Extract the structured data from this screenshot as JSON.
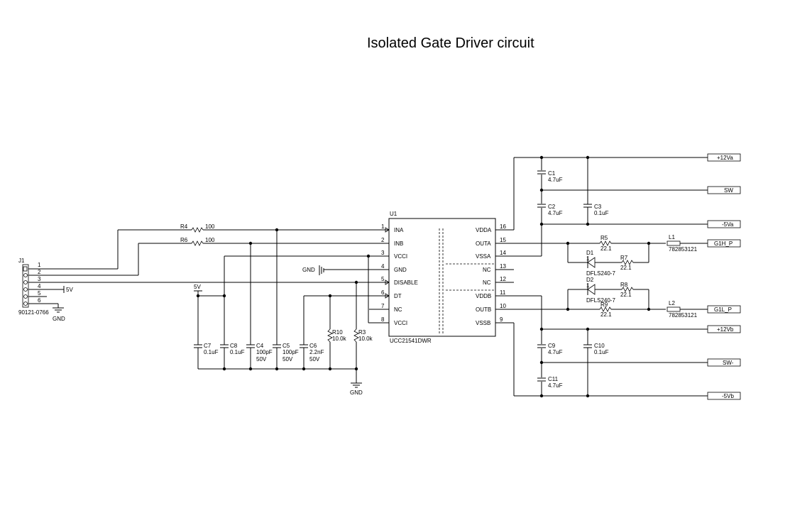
{
  "title": "Isolated Gate Driver circuit",
  "u1": {
    "ref": "U1",
    "part": "UCC21541DWR",
    "left_pins": [
      {
        "num": "1",
        "name": "INA"
      },
      {
        "num": "2",
        "name": "INB"
      },
      {
        "num": "3",
        "name": "VCCI"
      },
      {
        "num": "4",
        "name": "GND"
      },
      {
        "num": "5",
        "name": "DISABLE"
      },
      {
        "num": "6",
        "name": "DT"
      },
      {
        "num": "7",
        "name": "NC"
      },
      {
        "num": "8",
        "name": "VCCI"
      }
    ],
    "right_pins": [
      {
        "num": "16",
        "name": "VDDA"
      },
      {
        "num": "15",
        "name": "OUTA"
      },
      {
        "num": "14",
        "name": "VSSA"
      },
      {
        "num": "13",
        "name": "NC"
      },
      {
        "num": "12",
        "name": "NC"
      },
      {
        "num": "11",
        "name": "VDDB"
      },
      {
        "num": "10",
        "name": "OUTB"
      },
      {
        "num": "9",
        "name": "VSSB"
      }
    ]
  },
  "j1": {
    "ref": "J1",
    "part": "90121-0766",
    "pins": [
      "1",
      "2",
      "3",
      "4",
      "5",
      "6"
    ],
    "net_5v": "5V",
    "gnd": "GND"
  },
  "resistors": {
    "r4": {
      "ref": "R4",
      "value": "100"
    },
    "r6": {
      "ref": "R6",
      "value": "100"
    },
    "r10": {
      "ref": "R10",
      "value": "10.0k"
    },
    "r3": {
      "ref": "R3",
      "value": "10.0k"
    },
    "r5": {
      "ref": "R5",
      "value": "22.1"
    },
    "r7": {
      "ref": "R7",
      "value": "22.1"
    },
    "r8": {
      "ref": "R8",
      "value": "22.1"
    },
    "r9": {
      "ref": "R9",
      "value": "22.1"
    }
  },
  "capacitors": {
    "c7": {
      "ref": "C7",
      "value": "0.1uF"
    },
    "c8": {
      "ref": "C8",
      "value": "0.1uF"
    },
    "c4": {
      "ref": "C4",
      "value": "100pF",
      "voltage": "50V"
    },
    "c5": {
      "ref": "C5",
      "value": "100pF",
      "voltage": "50V"
    },
    "c6": {
      "ref": "C6",
      "value": "2.2nF",
      "voltage": "50V"
    },
    "c1": {
      "ref": "C1",
      "value": "4.7uF"
    },
    "c2": {
      "ref": "C2",
      "value": "4.7uF"
    },
    "c3": {
      "ref": "C3",
      "value": "0.1uF"
    },
    "c9": {
      "ref": "C9",
      "value": "4.7uF"
    },
    "c10": {
      "ref": "C10",
      "value": "0.1uF"
    },
    "c11": {
      "ref": "C11",
      "value": "4.7uF"
    }
  },
  "diodes": {
    "d1": {
      "ref": "D1",
      "part": "DFLS240-7",
      "pin": "1"
    },
    "d2": {
      "ref": "D2",
      "part": "DFLS240-7",
      "pin": "1"
    }
  },
  "inductors": {
    "l1": {
      "ref": "L1",
      "part": "782853121"
    },
    "l2": {
      "ref": "L2",
      "part": "782853121"
    }
  },
  "nets": {
    "v5": "5V",
    "gnd": "GND",
    "p12va": "+12Va",
    "sw_a": "SW",
    "n5va": "-5Va",
    "g1h": "G1H_P",
    "g1l": "G1L_P",
    "p12vb": "+12Vb",
    "sw_b": "SW-",
    "n5vb": "-5Vb"
  }
}
